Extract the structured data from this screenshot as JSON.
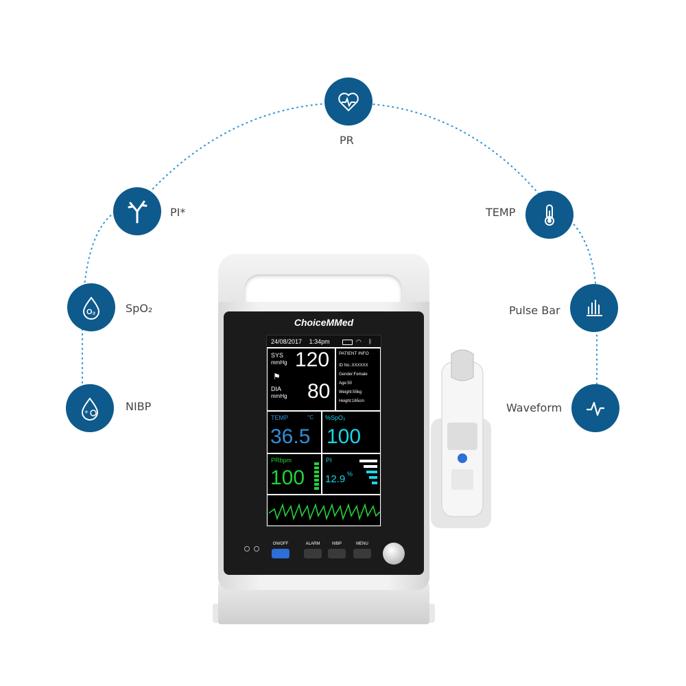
{
  "features": [
    {
      "id": "pr",
      "label": "PR",
      "icon": "heart-pulse-icon"
    },
    {
      "id": "pi",
      "label": "PI*",
      "icon": "vein-icon"
    },
    {
      "id": "temp",
      "label": "TEMP",
      "icon": "thermometer-icon"
    },
    {
      "id": "spo2",
      "label": "SpO₂",
      "icon": "oxygen-drop-icon"
    },
    {
      "id": "pulsebar",
      "label": "Pulse Bar",
      "icon": "bar-chart-icon"
    },
    {
      "id": "nibp",
      "label": "NIBP",
      "icon": "pressure-drop-icon"
    },
    {
      "id": "waveform",
      "label": "Waveform",
      "icon": "waveform-icon"
    }
  ],
  "colors": {
    "accent": "#0e5a8c",
    "temp": "#2f8fd8",
    "spo2": "#19d6e8",
    "pr": "#22d13a",
    "pi": "#19d6e8"
  },
  "device": {
    "brand": "ChoiceMMed",
    "date": "24/08/2017",
    "time": "1:34pm",
    "nibp": {
      "sys_label": "SYS",
      "sys_unit": "mmHg",
      "sys_value": "120",
      "dia_label": "DIA",
      "dia_unit": "mmHg",
      "dia_value": "80"
    },
    "patient": {
      "title": "PATIENT INFO",
      "id": "ID No.:XXXXXX",
      "gender": "Gender:Female",
      "age": "Age:50",
      "weight": "Weight:55kg",
      "height": "Height:165cm"
    },
    "temp": {
      "label": "TEMP",
      "unit": "°C",
      "value": "36.5"
    },
    "spo2": {
      "label": "%SpO₂",
      "value": "100"
    },
    "pr": {
      "label": "PRbpm",
      "value": "100"
    },
    "pi": {
      "label": "PI",
      "value": "12.9",
      "unit": "%"
    },
    "buttons": {
      "onoff": "ON/OFF",
      "alarm": "ALARM",
      "nibp": "NIBP",
      "menu": "MENU"
    }
  }
}
